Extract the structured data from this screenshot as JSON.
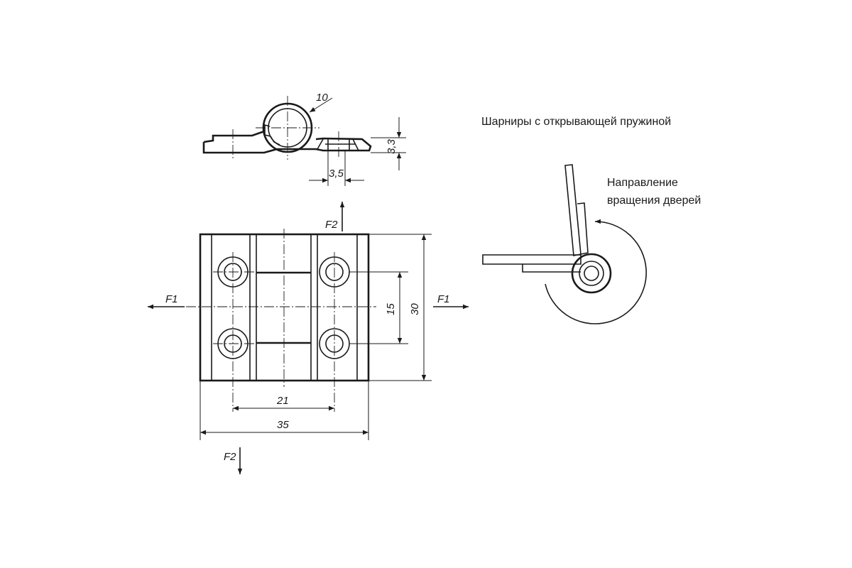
{
  "title": "Шарниры с открывающей пружиной",
  "rotation_label_line1": "Направление",
  "rotation_label_line2": "вращения дверей",
  "dimensions": {
    "diameter": "10",
    "thickness": "3,3",
    "hole_width": "3,5",
    "hole_spacing_vertical": "15",
    "height": "30",
    "hole_spacing_horizontal": "21",
    "width": "35"
  },
  "forces": {
    "f1_left": "F1",
    "f1_right": "F1",
    "f2_top": "F2",
    "f2_bottom": "F2"
  }
}
